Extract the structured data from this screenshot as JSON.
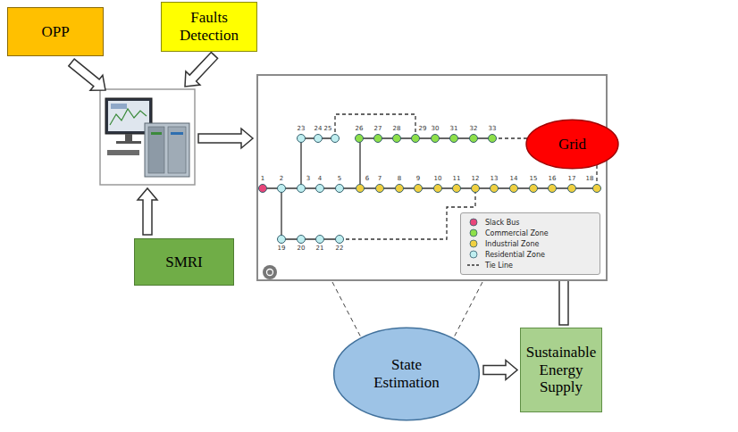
{
  "diagram": {
    "nodes": [
      {
        "text": [
          "OPP"
        ]
      },
      {
        "text": [
          "Faults Detection"
        ]
      },
      {
        "text": [
          "SMRI"
        ]
      },
      {
        "text": [
          "Grid"
        ]
      },
      {
        "text": [
          "State Estimation"
        ]
      },
      {
        "text": [
          "Sustainable Energy Supply"
        ]
      }
    ],
    "edges": [
      {
        "from": 4,
        "to": 5,
        "arrow": "to"
      },
      {
        "from": 5,
        "to": 3,
        "arrow": "to"
      }
    ],
    "labels": [
      "1",
      "2",
      "3",
      "4",
      "5",
      "6",
      "7",
      "8",
      "9",
      "10",
      "11",
      "12",
      "13",
      "14",
      "15",
      "16",
      "17",
      "18",
      "19",
      "20",
      "21",
      "22",
      "23",
      "24",
      "25",
      "26",
      "27",
      "28",
      "29",
      "30",
      "31",
      "32",
      "33"
    ],
    "legend": [
      {
        "text": "Slack Bus",
        "color": "#e8457a"
      },
      {
        "text": "Commercial Zone",
        "color": "#8ee04a"
      },
      {
        "text": "Industrial Zone",
        "color": "#f0d040"
      },
      {
        "text": "Residential Zone",
        "color": "#bfeef0"
      },
      {
        "text": "Tie Line"
      }
    ]
  }
}
